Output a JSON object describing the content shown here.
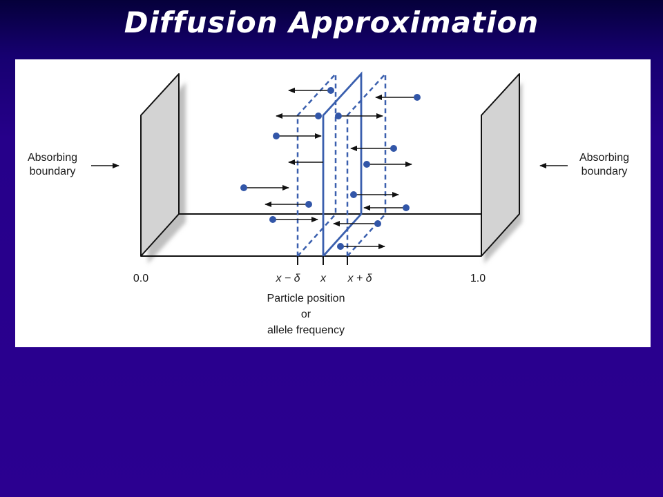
{
  "title": "Diffusion Approximation",
  "diagram": {
    "left_boundary_label": "Absorbing\nboundary",
    "right_boundary_label": "Absorbing\nboundary",
    "axis_left_value": "0.0",
    "axis_right_value": "1.0",
    "tick_x_minus": "x − δ",
    "tick_x": "x",
    "tick_x_plus": "x + δ",
    "axis_caption": "Particle position\nor\nallele frequency",
    "colors": {
      "plane": "#3a5fae",
      "particle": "#3256a8",
      "wall": "#d3d3d3",
      "slide_background": "#2b0090"
    }
  }
}
